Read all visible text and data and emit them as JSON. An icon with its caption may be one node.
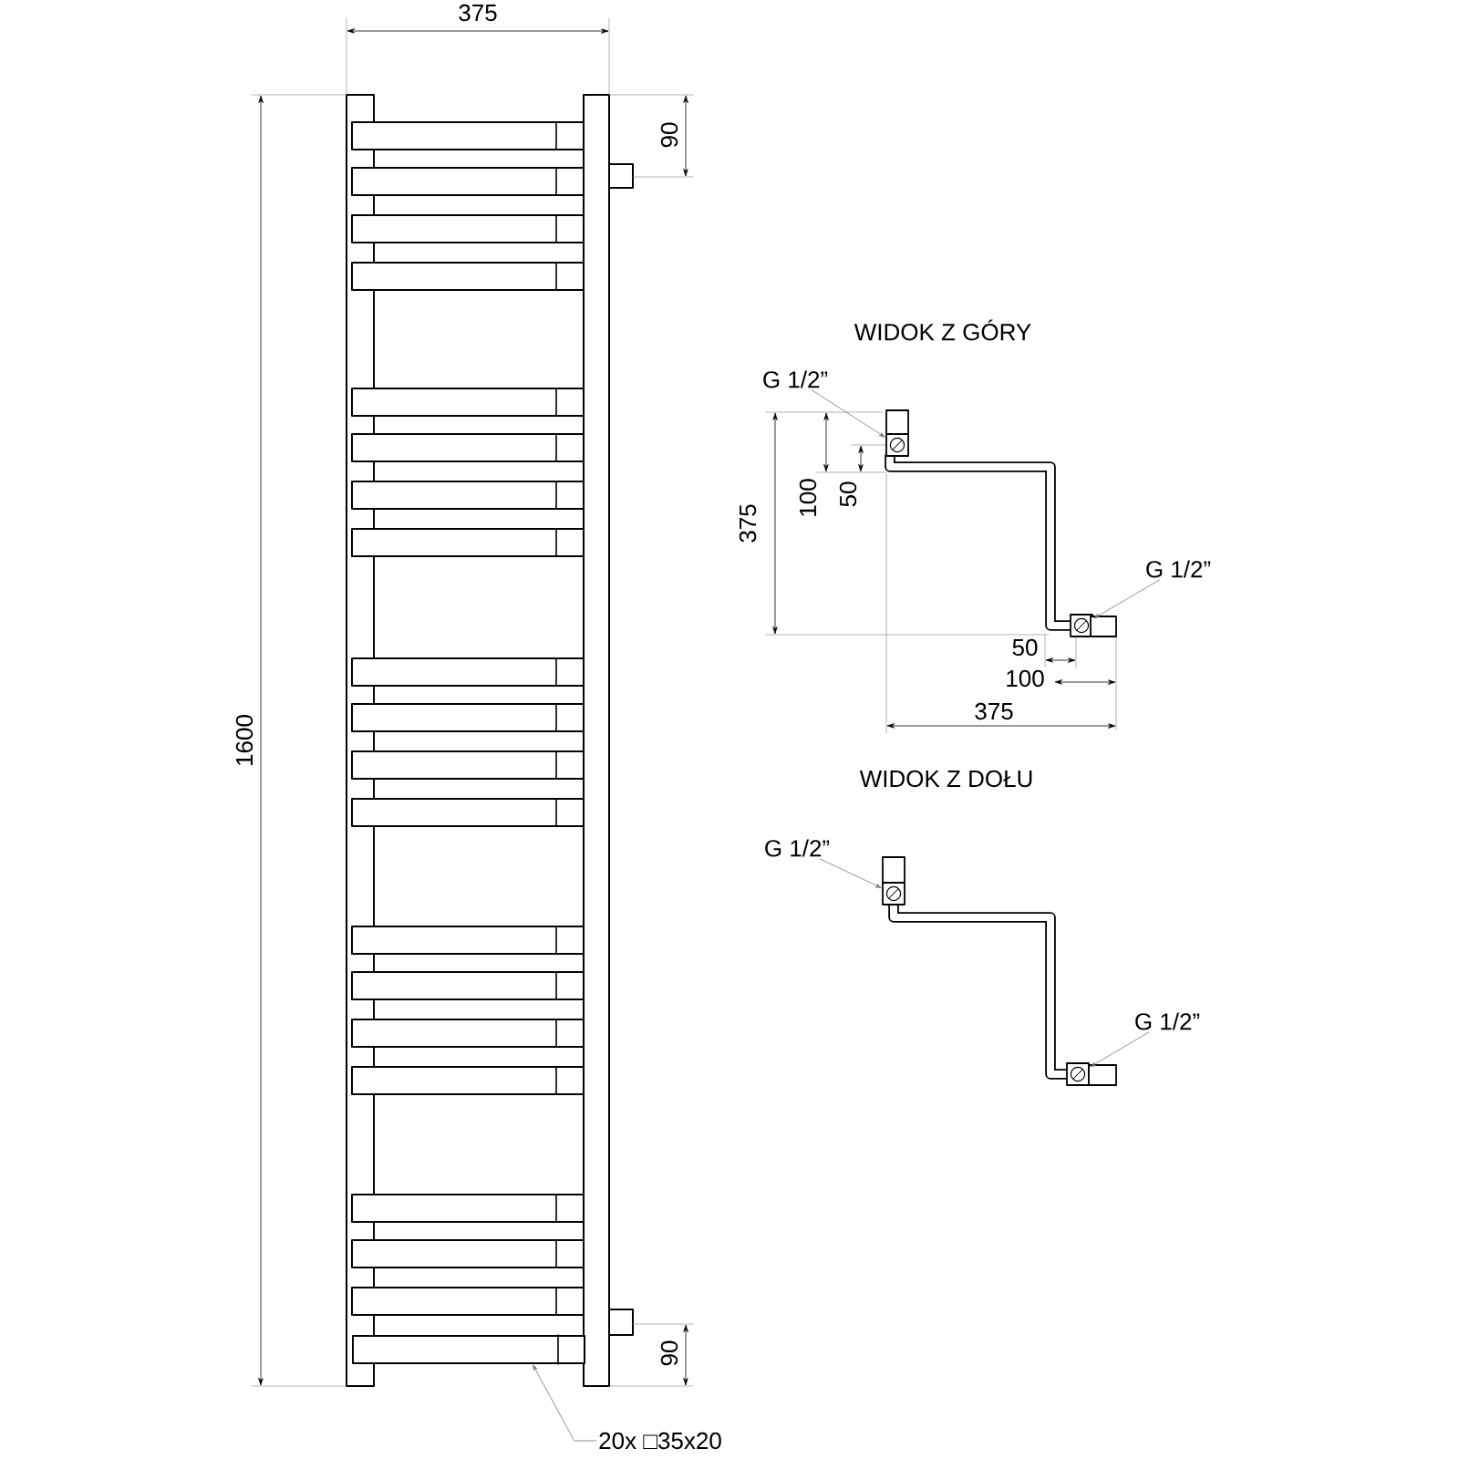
{
  "diagram": {
    "nodes": [
      {
        "text": [
          "G 1/2”"
        ]
      },
      {
        "text": [],
        "shape": "box"
      },
      {
        "text": [
          "G 1/2”"
        ]
      },
      {
        "text": [],
        "shape": "box"
      },
      {
        "text": [
          "G 1/2”"
        ]
      },
      {
        "text": [],
        "shape": "box"
      },
      {
        "text": [
          "G 1/2”"
        ]
      },
      {
        "text": [],
        "shape": "box"
      },
      {
        "text": [
          "20x □35x20"
        ]
      },
      {
        "text": [],
        "shape": "bar"
      }
    ],
    "edges": [
      {
        "from": 0,
        "to": 1,
        "arrow": "to"
      },
      {
        "from": 2,
        "to": 3,
        "arrow": "to"
      },
      {
        "from": 4,
        "to": 5,
        "arrow": "to"
      },
      {
        "from": 6,
        "to": 7,
        "arrow": "to"
      },
      {
        "from": 8,
        "to": 9,
        "arrow": "to"
      }
    ],
    "labels": [
      "375",
      "90",
      "1600",
      "WIDOK Z GÓRY",
      "100",
      "50",
      "375",
      "50",
      "100",
      "375",
      "WIDOK Z DOŁU",
      "90"
    ]
  }
}
